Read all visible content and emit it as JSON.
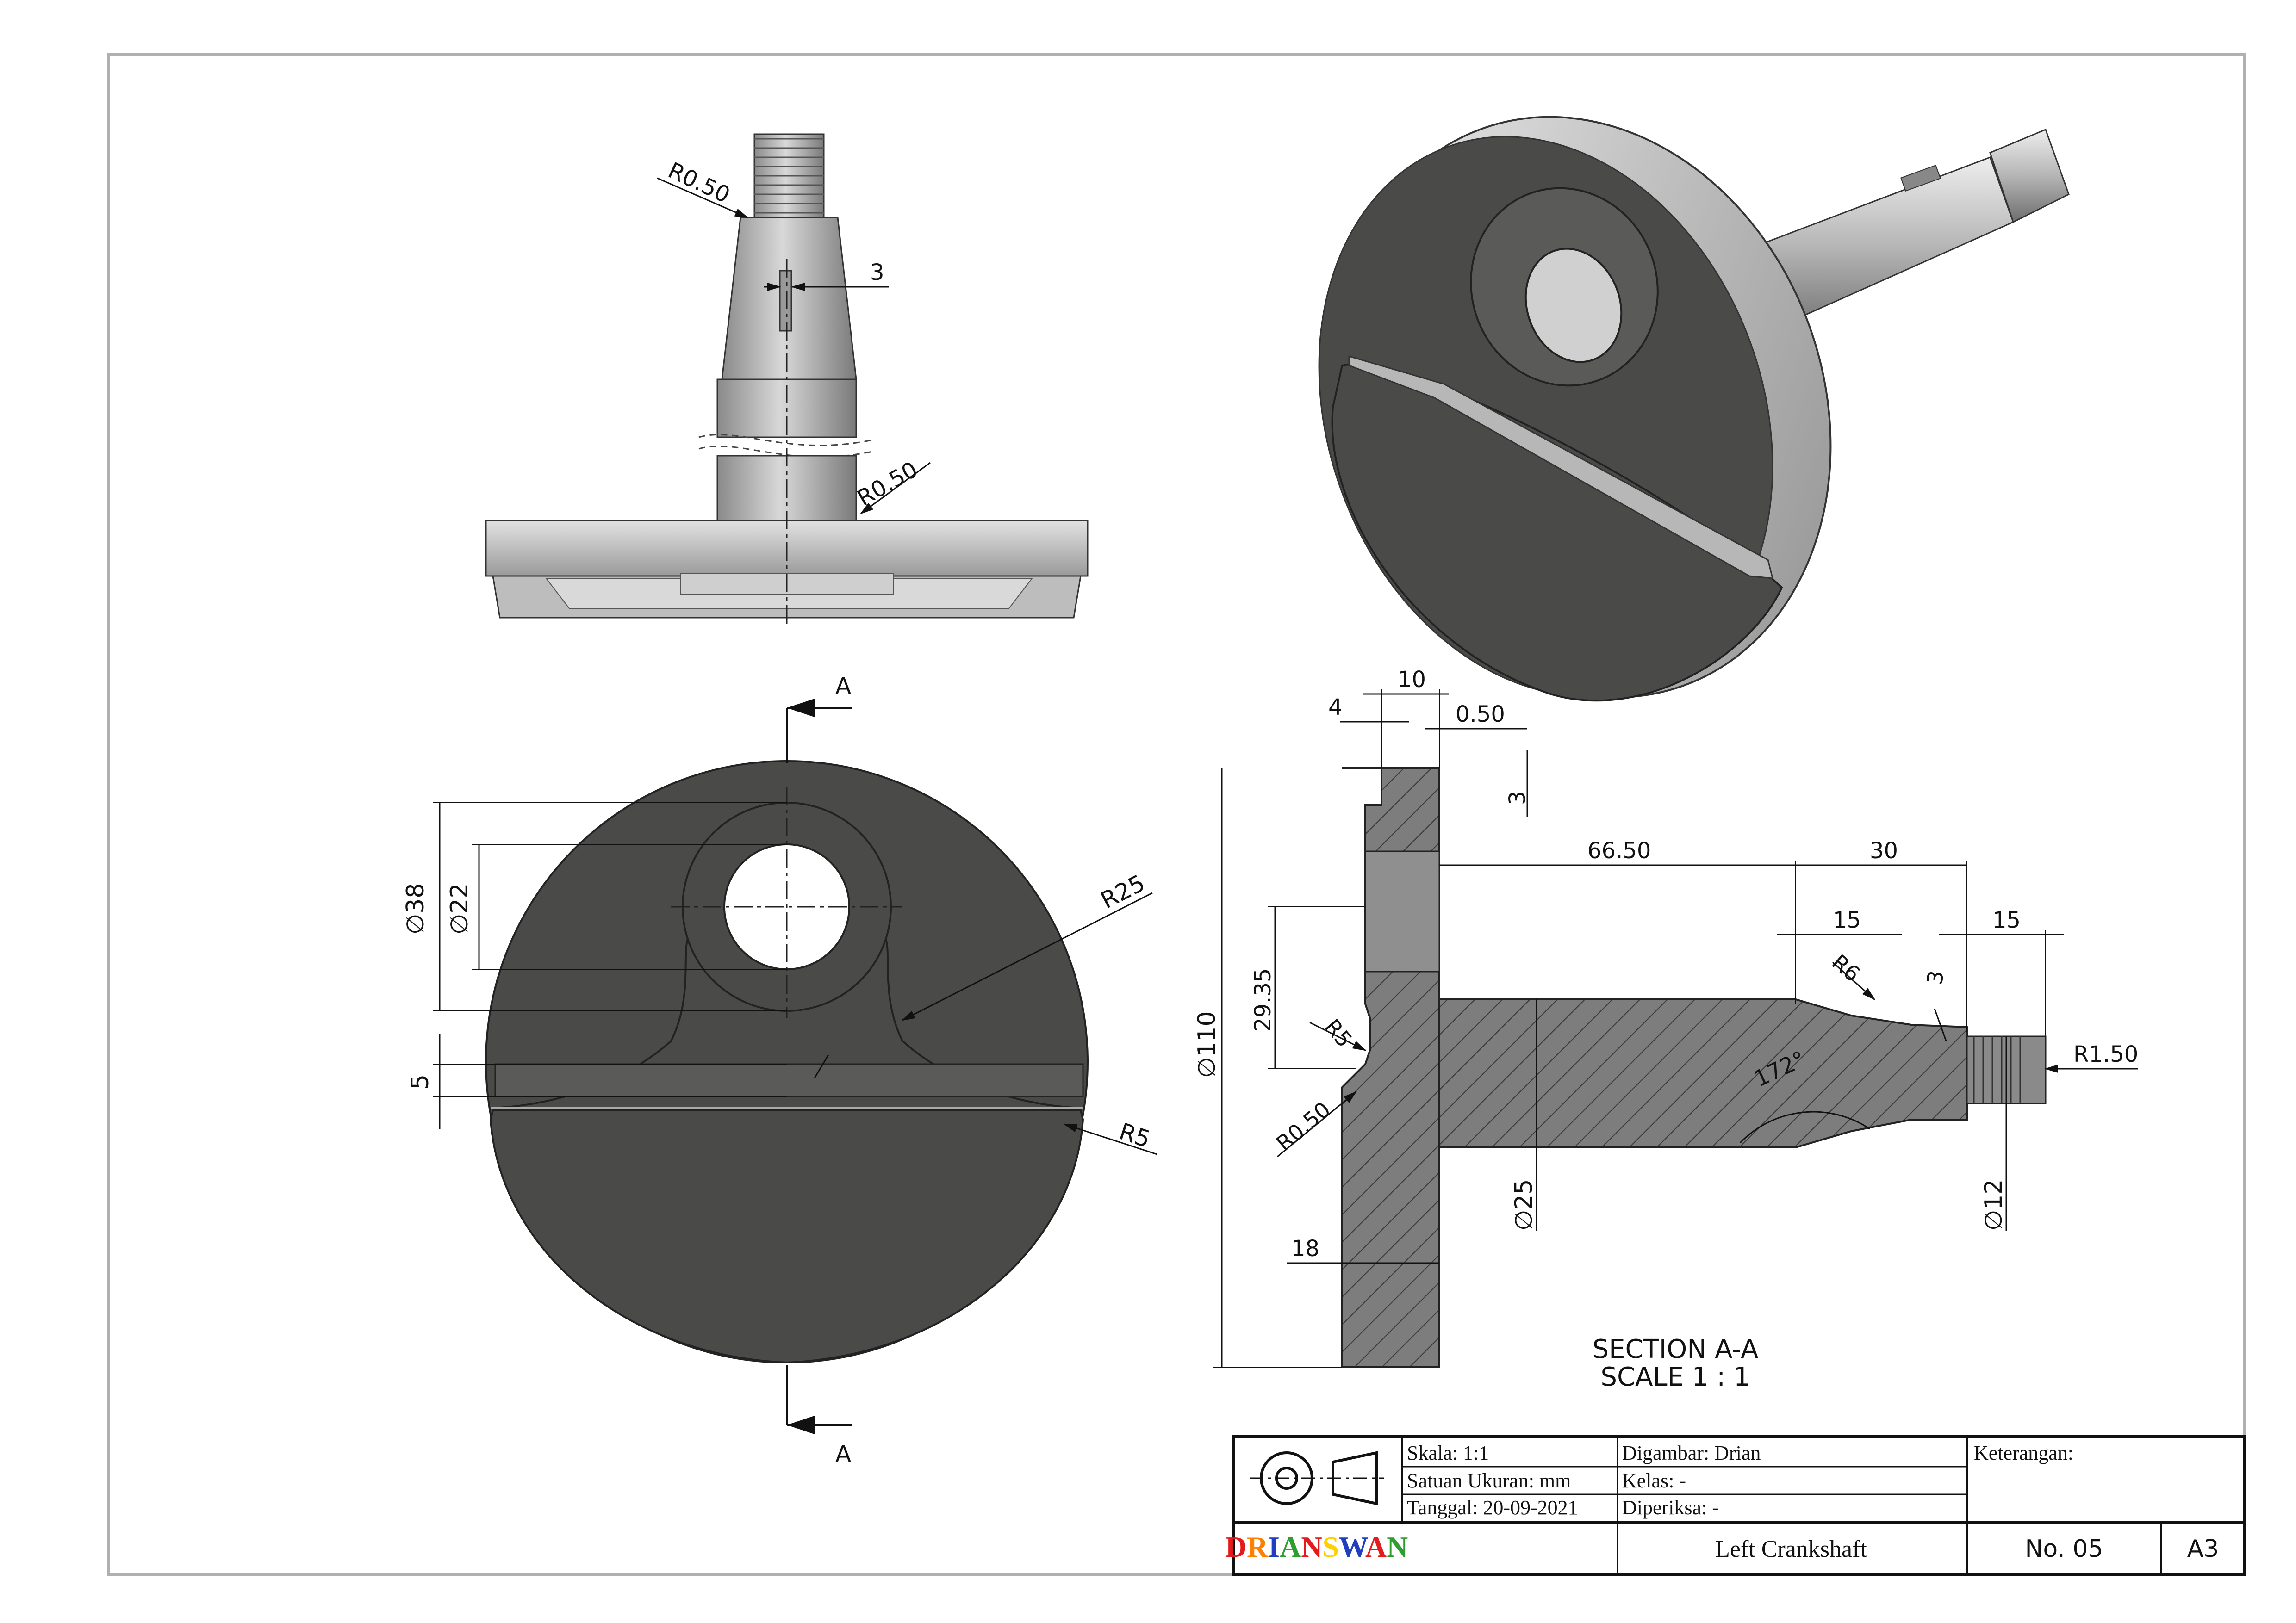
{
  "dimensions": {
    "top_fillet_upper": "R0.50",
    "top_key_width": "3",
    "top_fillet_lower": "R0.50",
    "section_letter_top": "A",
    "section_letter_bottom": "A",
    "dia_outer_boss": "38",
    "dia_hole": "22",
    "radius_web": "R25",
    "radius_edge": "R5",
    "flat_height": "5",
    "sec_total_flange": "10",
    "sec_recess": "4",
    "sec_chamfer": "0.50",
    "sec_step": "3",
    "sec_shaft_length": "66.50",
    "sec_taper_length": "30",
    "sec_taper_seg": "15",
    "sec_thread_length": "15",
    "sec_fillet_r6": "R6",
    "sec_key_depth": "3",
    "sec_dia_110": "110",
    "sec_hole_center": "29.35",
    "sec_fillet_r5": "R5",
    "sec_fillet_r050": "R0.50",
    "sec_angle": "172°",
    "sec_thread_radius": "R1.50",
    "sec_dia_25": "25",
    "sec_dia_12": "12",
    "sec_flange_thick": "18"
  },
  "section_caption": {
    "line1": "SECTION A-A",
    "line2": "SCALE 1 : 1"
  },
  "title_block": {
    "scale": "Skala: 1:1",
    "units": "Satuan Ukuran: mm",
    "date": "Tanggal: 20-09-2021",
    "drawn_by": "Digambar: Drian",
    "class": "Kelas: -",
    "checked": "Diperiksa: -",
    "remarks": "Keterangan:",
    "brand_letters": [
      "D",
      "R",
      "I",
      "A",
      "N",
      "S",
      "W",
      "A",
      "N"
    ],
    "brand_colors": [
      "#e41a1c",
      "#ff7f00",
      "#1f3fbf",
      "#2e9e2e",
      "#e41a1c",
      "#ffd000",
      "#1f3fbf",
      "#e41a1c",
      "#2e9e2e"
    ],
    "drawing_title": "Left Crankshaft",
    "drawing_number": "No. 05",
    "paper_size": "A3"
  },
  "colors": {
    "dark_face": "#4a4a48",
    "metal_light": "#c8c8c8",
    "section_fill": "#7d7d7d",
    "hatch": "#3a3a3a",
    "line": "#111111",
    "border": "#b0b0b0"
  },
  "icons": [
    "projection-symbol-icon"
  ]
}
